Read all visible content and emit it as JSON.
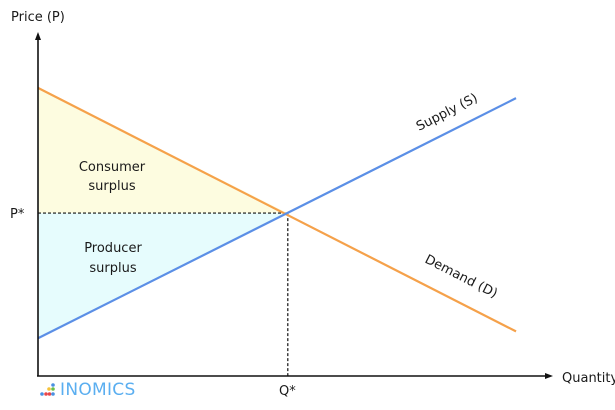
{
  "chart_data": {
    "type": "line",
    "title": "",
    "xlabel": "Quantity",
    "ylabel": "Price (P)",
    "xlim": [
      0,
      100
    ],
    "ylim": [
      0,
      100
    ],
    "grid": false,
    "series": [
      {
        "name": "Demand (D)",
        "color": "#f5a14a",
        "x": [
          0,
          93
        ],
        "y": [
          84,
          13
        ]
      },
      {
        "name": "Supply (S)",
        "color": "#5b8fe6",
        "x": [
          0,
          93
        ],
        "y": [
          11,
          81
        ]
      }
    ],
    "equilibrium": {
      "price_label": "P*",
      "quantity_label": "Q*",
      "x": 48.6,
      "y": 47.5
    },
    "regions": [
      {
        "name": "Consumer surplus",
        "line1": "Consumer",
        "line2": "surplus",
        "fill": "#fdfce0"
      },
      {
        "name": "Producer surplus",
        "line1": "Producer",
        "line2": "surplus",
        "fill": "#e6fcfd"
      }
    ]
  },
  "branding": {
    "logo_text": "INOMICS"
  }
}
